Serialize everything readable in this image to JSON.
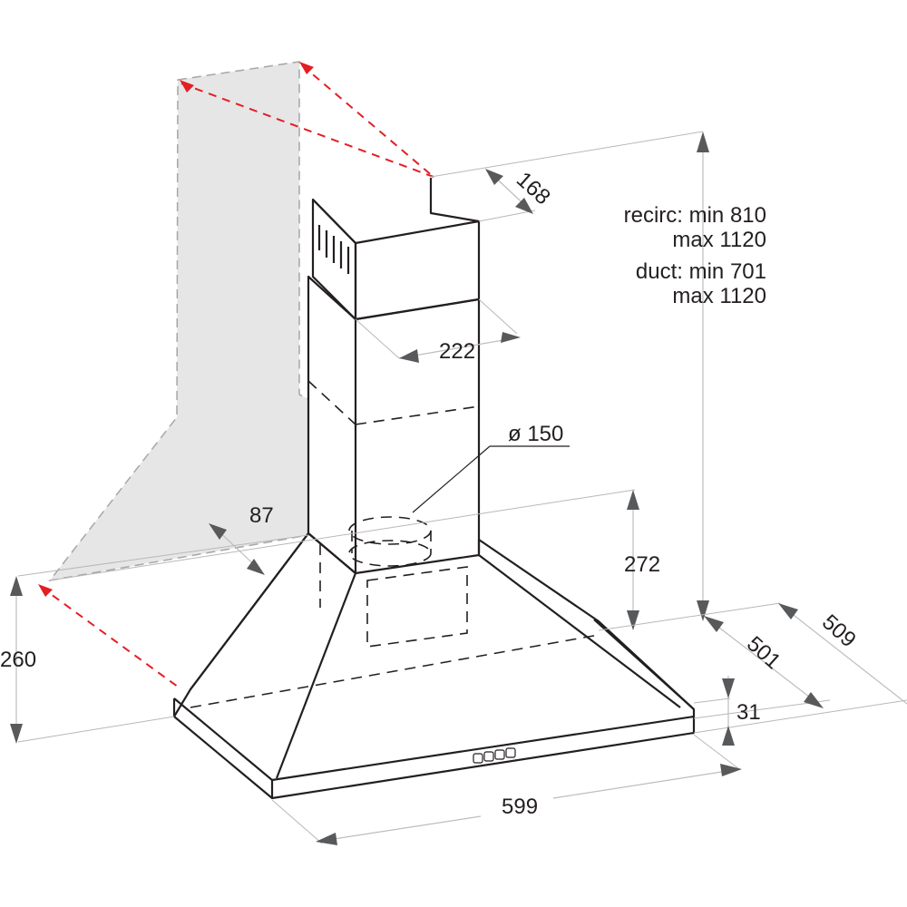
{
  "colors": {
    "line": "#231f20",
    "accent_red": "#e31e24",
    "wall_fill": "#e6e6e6",
    "dimension_gray": "#bdbdbd",
    "arrow_gray": "#58595b"
  },
  "dimensions": {
    "chimney_depth": "168",
    "chimney_width": "222",
    "duct_diameter": "ø 150",
    "wall_offset": "87",
    "hood_height": "272",
    "side_height": "260",
    "depth_inner": "501",
    "depth_outer": "509",
    "rim_height": "31",
    "width": "599"
  },
  "height_notes": {
    "recirc_min": "recirc: min 810",
    "recirc_max": "max 1120",
    "duct_min": "duct: min 701",
    "duct_max": "max 1120"
  }
}
